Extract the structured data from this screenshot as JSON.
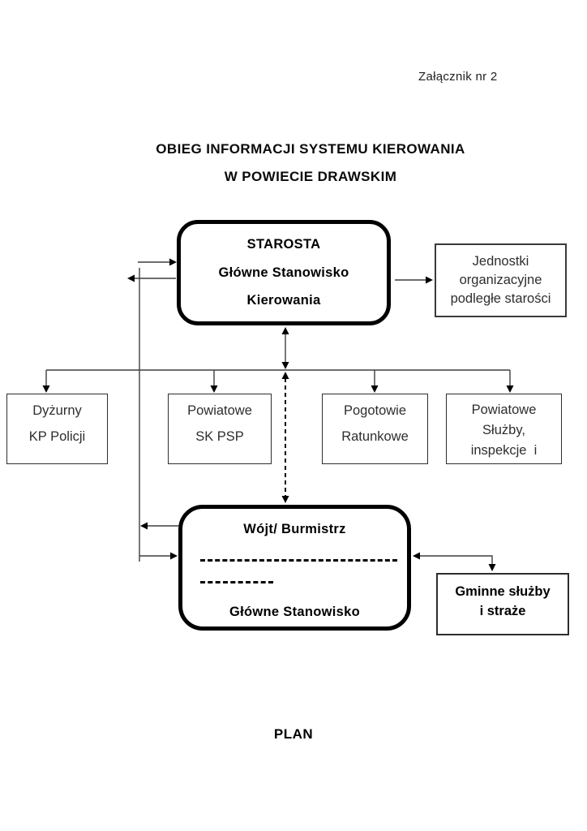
{
  "page": {
    "annex_label": "Załącznik nr 2",
    "title_line1": "OBIEG INFORMACJI SYSTEMU KIEROWANIA",
    "title_line2": "W POWIECIE DRAWSKIM",
    "footer_label": "PLAN"
  },
  "diagram": {
    "starosta_box": {
      "line1": "STAROSTA",
      "line2": "Główne Stanowisko",
      "line3": "Kierowania"
    },
    "jednostki_box": {
      "line1": "Jednostki",
      "line2": "organizacyjne",
      "line3": "podległe starości"
    },
    "services_row": [
      {
        "line1": "Dyżurny",
        "line2": "KP Policji"
      },
      {
        "line1": "Powiatowe",
        "line2": "SK PSP"
      },
      {
        "line1": "Pogotowie",
        "line2": "Ratunkowe"
      },
      {
        "line1": "Powiatowe",
        "line2": "Służby,",
        "line3": "inspekcje  i"
      }
    ],
    "wojt_box": {
      "line1": "Wójt/ Burmistrz",
      "line2": "Główne Stanowisko"
    },
    "gminne_box": {
      "line1": "Gminne służby",
      "line2": "i straże"
    },
    "colors": {
      "thick_border": "#000000",
      "thin_border": "#3a3a3a",
      "connector_line": "#3f3f3f",
      "arrowhead": "#000000",
      "background": "#ffffff"
    }
  }
}
